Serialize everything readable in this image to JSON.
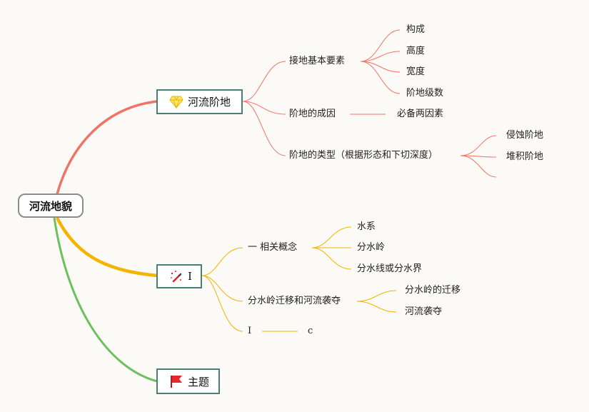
{
  "root": {
    "label": "河流地貌"
  },
  "branches": [
    {
      "label": "河流阶地",
      "icon": "diamond-icon",
      "color": "#ef7466",
      "children": [
        {
          "label": "接地基本要素",
          "children": [
            "构成",
            "高度",
            "宽度",
            "阶地级数"
          ]
        },
        {
          "label": "阶地的成因",
          "children": [
            "必备两因素"
          ]
        },
        {
          "label": "阶地的类型（根据形态和下切深度）",
          "children": [
            "侵蚀阶地",
            "堆积阶地",
            ""
          ]
        }
      ]
    },
    {
      "label": "I",
      "icon": "magic-wand-icon",
      "color": "#f5b400",
      "children": [
        {
          "label": "一 相关概念",
          "children": [
            "水系",
            "分水岭",
            "分水线或分水界"
          ]
        },
        {
          "label": "分水岭迁移和河流袭夺",
          "children": [
            "分水岭的迁移",
            "河流袭夺"
          ]
        },
        {
          "label": "I",
          "children": [
            "c"
          ]
        }
      ]
    },
    {
      "label": "主题",
      "icon": "red-flag-icon",
      "color": "#6cc15e",
      "children": []
    }
  ]
}
